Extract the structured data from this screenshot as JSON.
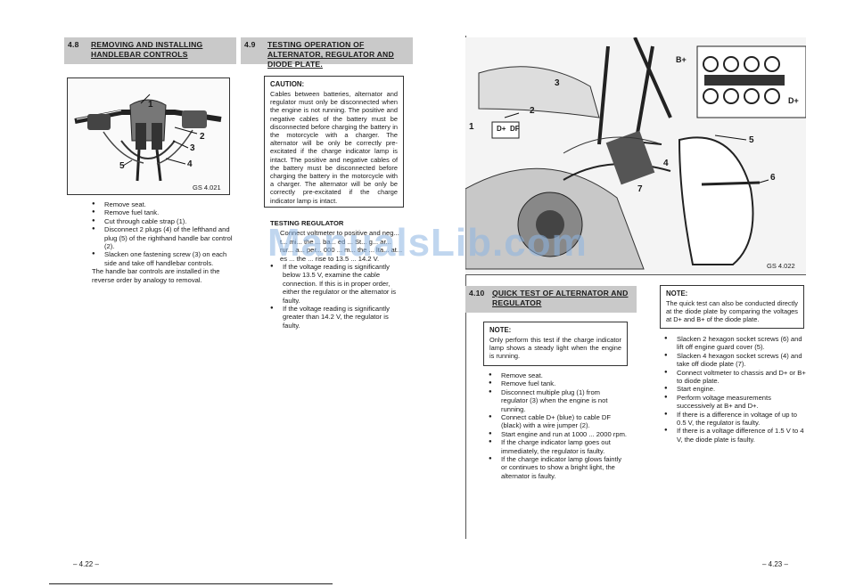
{
  "section_4_8": {
    "num": "4.8",
    "title": "REMOVING AND INSTALLING HANDLEBAR CONTROLS",
    "figure_caption": "GS 4.021",
    "figure_callouts": [
      "1",
      "2",
      "3",
      "4",
      "5"
    ],
    "steps": [
      "Remove seat.",
      "Remove fuel tank.",
      "Cut through cable strap (1).",
      "Disconnect 2 plugs (4) of the lefthand and plug (5) of the righthand handle bar control (2).",
      "Slacken one fastening screw (3) on each side and take off handlebar controls."
    ],
    "footer_text": "The handle bar controls are installed in the reverse order by analogy to removal."
  },
  "section_4_9": {
    "num": "4.9",
    "title": "TESTING OPERATION OF ALTERNATOR, REGULATOR AND DIODE PLATE.",
    "caution_label": "CAUTION:",
    "caution_text": "Cables between batteries, alternator and regulator must only be disconnected when the engine is not running. The positive and negative cables of the battery must be disconnected before charging the battery in the motorcycle with a charger. The alternator will be only be correctly pre-excitated if the charge indicator lamp is intact. The positive and negative cables of the battery must be disconnected before charging the battery in the motorcycle with a charger. The alternator will be only be correctly pre-excitated if the charge indicator lamp is intact.",
    "sub_title": "TESTING REGULATOR",
    "sub_intro": "Connect voltmeter to positive and neg... t... mi... the ... ba... ed ... St... g... ar... rur... a... per... 000 ... m... the ... lta... at... es ... the ... rise to 13.5 ... 14.2 V.",
    "sub_steps": [
      "If the voltage reading is significantly below 13.5 V, examine the cable connection. If this is in proper order, either the regulator or the alternator is faulty.",
      "If the voltage reading is significantly greater than 14.2 V, the regulator is faulty."
    ]
  },
  "right_figure": {
    "caption": "GS 4.022",
    "callouts": [
      "B+",
      "D+",
      "3",
      "2",
      "1",
      "D+",
      "DF",
      "4",
      "7",
      "5",
      "6"
    ]
  },
  "section_4_10": {
    "num": "4.10",
    "title": "QUICK TEST OF ALTERNATOR AND REGULATOR",
    "note_label": "NOTE:",
    "note_text": "Only perform this test if the charge indicator lamp shows a steady light when the engine is running.",
    "steps": [
      "Remove seat.",
      "Remove fuel tank.",
      "Disconnect multiple plug (1) from regulator (3) when the engine is not running.",
      "Connect cable D+ (blue) to cable DF (black) with a wire jumper (2).",
      "Start engine and run at 1000 ... 2000 rpm.",
      "If the charge indicator lamp goes out immediately, the regulator is faulty.",
      "If the charge indicator lamp glows faintly or continues to show a bright light, the alternator is faulty."
    ]
  },
  "right_note": {
    "label": "NOTE:",
    "text": "The quick test can also be conducted directly at the diode plate by comparing the voltages at D+ and B+ of the diode plate.",
    "steps": [
      "Slacken 2 hexagon socket screws (6) and lift off engine guard cover (5).",
      "Slacken 4 hexagon socket screws (4) and take off diode plate (7).",
      "Connect voltmeter to chassis and D+ or B+ to diode plate.",
      "Start engine.",
      "Perform voltage measurements successively at B+ and D+.",
      "If there is a difference in voltage of up to 0.5 V, the regulator is faulty.",
      "If there is a voltage difference of 1.5 V to 4 V, the diode plate is faulty."
    ]
  },
  "page_numbers": {
    "left": "– 4.22 –",
    "right": "– 4.23 –"
  },
  "watermark": "ManualsLib.com"
}
